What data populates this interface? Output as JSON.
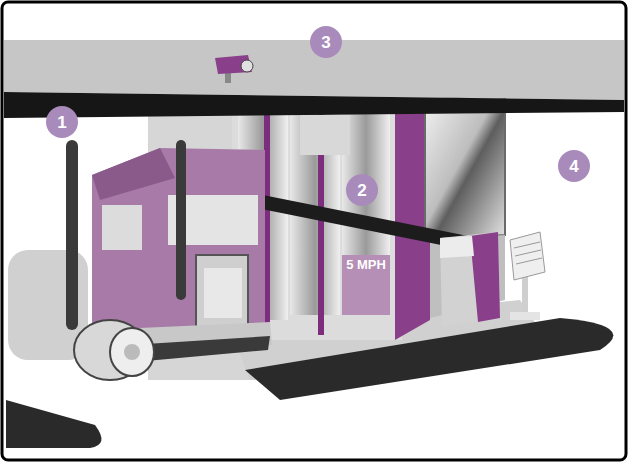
{
  "diagram": {
    "labels": [
      "1",
      "2",
      "3",
      "4",
      "5 MPH"
    ]
  }
}
